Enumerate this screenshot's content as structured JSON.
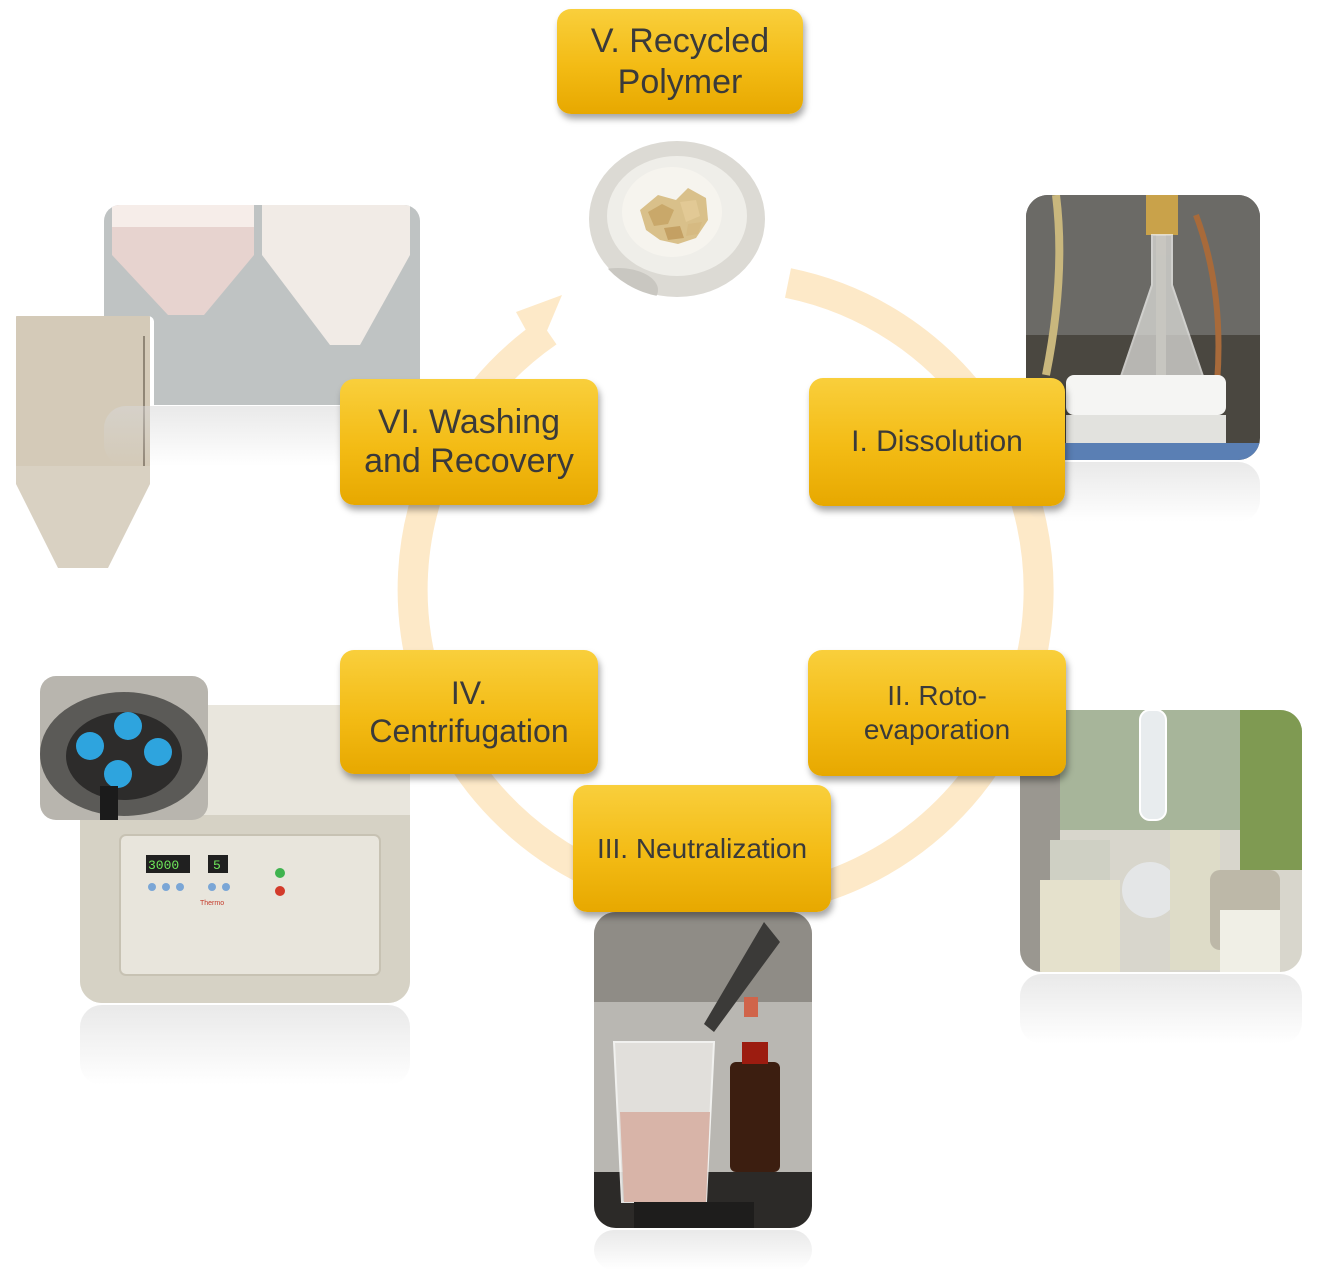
{
  "diagram": {
    "stages": {
      "recycled_polymer": "V. Recycled Polymer",
      "dissolution": "I. Dissolution",
      "rotoevaporation": "II. Roto-evaporation",
      "neutralization": "III. Neutralization",
      "centrifugation": "IV. Centrifugation",
      "washing": "VI. Washing and Recovery"
    },
    "centrifuge_display": {
      "speed": "3000",
      "time": "5"
    }
  },
  "colors": {
    "box_fill": "#f3bb14",
    "box_text": "#3a3a3a",
    "cycle_arrow": "#fde9c8"
  }
}
